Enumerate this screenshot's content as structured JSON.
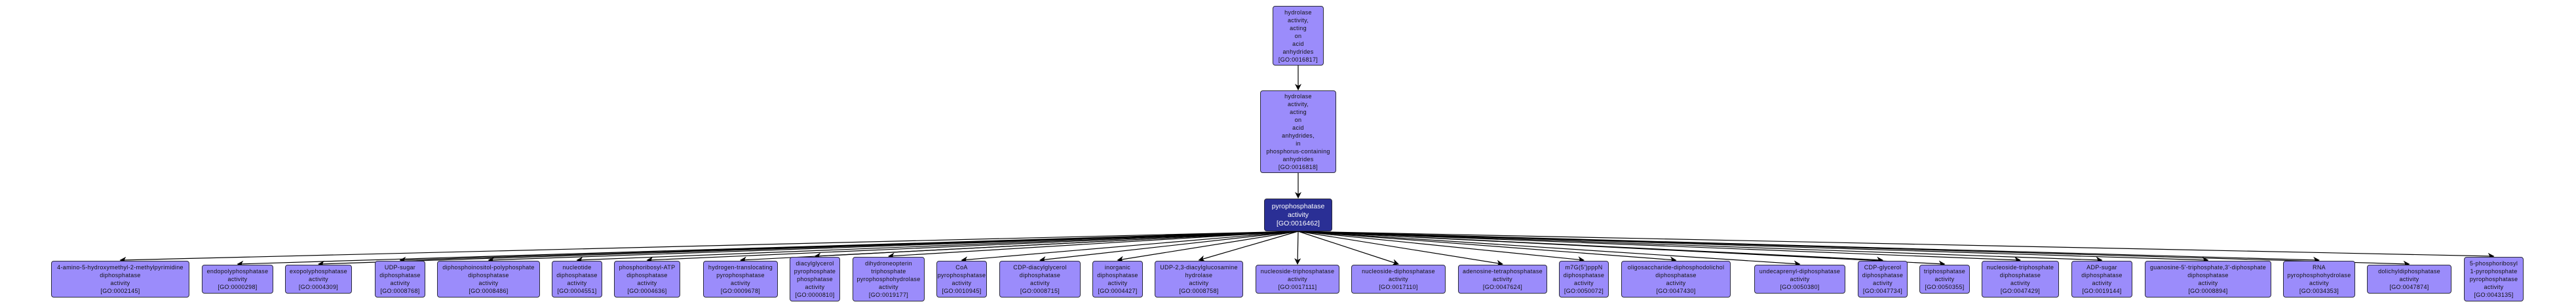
{
  "colors": {
    "node_fill": "#9b8cfb",
    "focus_fill": "#2a2f95",
    "edge": "#000000"
  },
  "ancestors": [
    {
      "lines": [
        "hydrolase",
        "activity,",
        "acting",
        "on",
        "acid",
        "anhydrides",
        "[GO:0016817]"
      ]
    },
    {
      "lines": [
        "hydrolase",
        "activity,",
        "acting",
        "on",
        "acid",
        "anhydrides,",
        "in",
        "phosphorus-containing",
        "anhydrides",
        "[GO:0016818]"
      ]
    }
  ],
  "focus": {
    "lines": [
      "pyrophosphatase",
      "activity",
      "[GO:0016462]"
    ]
  },
  "children": [
    {
      "lines": [
        "4-amino-5-hydroxymethyl-2-methylpyrimidine",
        "diphosphatase",
        "activity",
        "[GO:0002145]"
      ]
    },
    {
      "lines": [
        "endopolyphosphatase",
        "activity",
        "[GO:0000298]"
      ]
    },
    {
      "lines": [
        "exopolyphosphatase",
        "activity",
        "[GO:0004309]"
      ]
    },
    {
      "lines": [
        "UDP-sugar",
        "diphosphatase",
        "activity",
        "[GO:0008768]"
      ]
    },
    {
      "lines": [
        "diphosphoinositol-polyphosphate",
        "diphosphatase",
        "activity",
        "[GO:0008486]"
      ]
    },
    {
      "lines": [
        "nucleotide",
        "diphosphatase",
        "activity",
        "[GO:0004551]"
      ]
    },
    {
      "lines": [
        "phosphoribosyl-ATP",
        "diphosphatase",
        "activity",
        "[GO:0004636]"
      ]
    },
    {
      "lines": [
        "hydrogen-translocating",
        "pyrophosphatase",
        "activity",
        "[GO:0009678]"
      ]
    },
    {
      "lines": [
        "diacylglycerol",
        "pyrophosphate",
        "phosphatase",
        "activity",
        "[GO:0000810]"
      ]
    },
    {
      "lines": [
        "dihydroneopterin",
        "triphosphate",
        "pyrophosphohydrolase",
        "activity",
        "[GO:0019177]"
      ]
    },
    {
      "lines": [
        "CoA",
        "pyrophosphatase",
        "activity",
        "[GO:0010945]"
      ]
    },
    {
      "lines": [
        "CDP-diacylglycerol",
        "diphosphatase",
        "activity",
        "[GO:0008715]"
      ]
    },
    {
      "lines": [
        "inorganic",
        "diphosphatase",
        "activity",
        "[GO:0004427]"
      ]
    },
    {
      "lines": [
        "UDP-2,3-diacylglucosamine",
        "hydrolase",
        "activity",
        "[GO:0008758]"
      ]
    },
    {
      "lines": [
        "nucleoside-triphosphatase",
        "activity",
        "[GO:0017111]"
      ]
    },
    {
      "lines": [
        "nucleoside-diphosphatase",
        "activity",
        "[GO:0017110]"
      ]
    },
    {
      "lines": [
        "adenosine-tetraphosphatase",
        "activity",
        "[GO:0047624]"
      ]
    },
    {
      "lines": [
        "m7G(5')pppN",
        "diphosphatase",
        "activity",
        "[GO:0050072]"
      ]
    },
    {
      "lines": [
        "oligosaccharide-diphosphodolichol",
        "diphosphatase",
        "activity",
        "[GO:0047430]"
      ]
    },
    {
      "lines": [
        "undecaprenyl-diphosphatase",
        "activity",
        "[GO:0050380]"
      ]
    },
    {
      "lines": [
        "CDP-glycerol",
        "diphosphatase",
        "activity",
        "[GO:0047734]"
      ]
    },
    {
      "lines": [
        "triphosphatase",
        "activity",
        "[GO:0050355]"
      ]
    },
    {
      "lines": [
        "nucleoside-triphosphate",
        "diphosphatase",
        "activity",
        "[GO:0047429]"
      ]
    },
    {
      "lines": [
        "ADP-sugar",
        "diphosphatase",
        "activity",
        "[GO:0019144]"
      ]
    },
    {
      "lines": [
        "guanosine-5'-triphosphate,3'-diphosphate",
        "diphosphatase",
        "activity",
        "[GO:0008894]"
      ]
    },
    {
      "lines": [
        "RNA",
        "pyrophosphohydrolase",
        "activity",
        "[GO:0034353]"
      ]
    },
    {
      "lines": [
        "dolichyldiphosphatase",
        "activity",
        "[GO:0047874]"
      ]
    },
    {
      "lines": [
        "5-phosphoribosyl",
        "1-pyrophosphate",
        "pyrophosphatase",
        "activity",
        "[GO:0043135]"
      ]
    }
  ]
}
